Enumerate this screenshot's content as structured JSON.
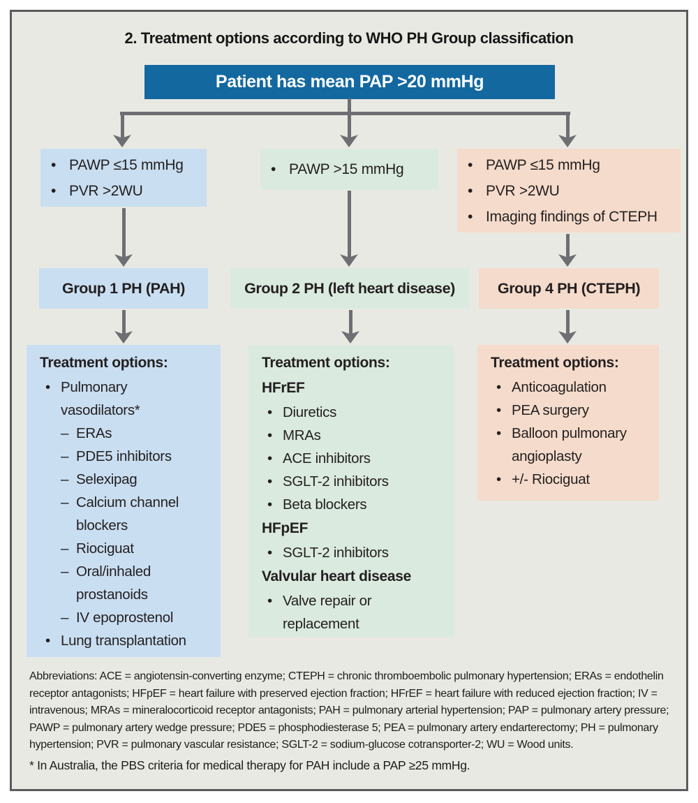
{
  "title": "2. Treatment options according to WHO PH Group classification",
  "root": {
    "label": "Patient has mean PAP >20 mmHg"
  },
  "columns": [
    {
      "theme": "blue",
      "criteria": [
        "PAWP ≤15 mmHg",
        "PVR >2WU"
      ],
      "group_label": "Group 1 PH (PAH)",
      "treatment": [
        {
          "h": true,
          "t": "Treatment options:"
        },
        {
          "m": "•",
          "i": 0,
          "t": "Pulmonary"
        },
        {
          "i": 1,
          "t": "vasodilators*"
        },
        {
          "m": "–",
          "i": 1,
          "t": "ERAs"
        },
        {
          "m": "–",
          "i": 1,
          "t": "PDE5 inhibitors"
        },
        {
          "m": "–",
          "i": 1,
          "t": "Selexipag"
        },
        {
          "m": "–",
          "i": 1,
          "t": "Calcium channel"
        },
        {
          "i": 2,
          "t": "blockers"
        },
        {
          "m": "–",
          "i": 1,
          "t": "Riociguat"
        },
        {
          "m": "–",
          "i": 1,
          "t": "Oral/inhaled"
        },
        {
          "i": 2,
          "t": "prostanoids"
        },
        {
          "m": "–",
          "i": 1,
          "t": "IV epoprostenol"
        },
        {
          "m": "•",
          "i": 0,
          "t": "Lung transplantation"
        }
      ]
    },
    {
      "theme": "green",
      "criteria": [
        "PAWP >15 mmHg"
      ],
      "group_label": "Group 2 PH (left heart disease)",
      "treatment": [
        {
          "h": true,
          "t": "Treatment options:"
        },
        {
          "h": true,
          "t": "HFrEF"
        },
        {
          "m": "•",
          "i": 0,
          "t": "Diuretics"
        },
        {
          "m": "•",
          "i": 0,
          "t": "MRAs"
        },
        {
          "m": "•",
          "i": 0,
          "t": "ACE inhibitors"
        },
        {
          "m": "•",
          "i": 0,
          "t": "SGLT-2 inhibitors"
        },
        {
          "m": "•",
          "i": 0,
          "t": "Beta blockers"
        },
        {
          "h": true,
          "t": "HFpEF"
        },
        {
          "m": "•",
          "i": 0,
          "t": "SGLT-2 inhibitors"
        },
        {
          "h": true,
          "t": "Valvular heart disease"
        },
        {
          "m": "•",
          "i": 0,
          "t": "Valve repair or"
        },
        {
          "i": 1,
          "t": "replacement"
        }
      ]
    },
    {
      "theme": "pink",
      "criteria": [
        "PAWP ≤15 mmHg",
        "PVR >2WU",
        "Imaging findings of CTEPH"
      ],
      "group_label": "Group 4 PH (CTEPH)",
      "treatment": [
        {
          "h": true,
          "t": "Treatment options:"
        },
        {
          "m": "•",
          "i": 0,
          "t": "Anticoagulation"
        },
        {
          "m": "•",
          "i": 0,
          "t": "PEA surgery"
        },
        {
          "m": "•",
          "i": 0,
          "t": "Balloon pulmonary"
        },
        {
          "i": 1,
          "t": "angioplasty"
        },
        {
          "m": "•",
          "i": 0,
          "t": "+/- Riociguat"
        }
      ]
    }
  ],
  "footer": {
    "abbreviations": "Abbreviations: ACE = angiotensin-converting enzyme; CTEPH = chronic thromboembolic pulmonary hypertension; ERAs = endothelin receptor antagonists; HFpEF = heart failure with preserved ejection fraction; HFrEF = heart failure with reduced ejection fraction; IV = intravenous; MRAs = mineralocorticoid receptor antagonists; PAH = pulmonary arterial hypertension; PAP = pulmonary artery pressure; PAWP = pulmonary artery wedge pressure; PDE5 = phosphodiesterase 5; PEA = pulmonary artery endarterectomy; PH = pulmonary hypertension; PVR = pulmonary vascular resistance; SGLT-2 = sodium-glucose cotransporter-2; WU = Wood units.",
    "footnote": "* In Australia, the PBS criteria for medical therapy for PAH include a PAP ≥25 mmHg."
  },
  "colors": {
    "header": "#1368a0",
    "blue": "#c9def1",
    "green": "#daeade",
    "pink": "#f5dbcb",
    "arrow": "#6e6f72",
    "frame_bg": "#e9e9e3",
    "frame_border": "#5a5b5d"
  }
}
